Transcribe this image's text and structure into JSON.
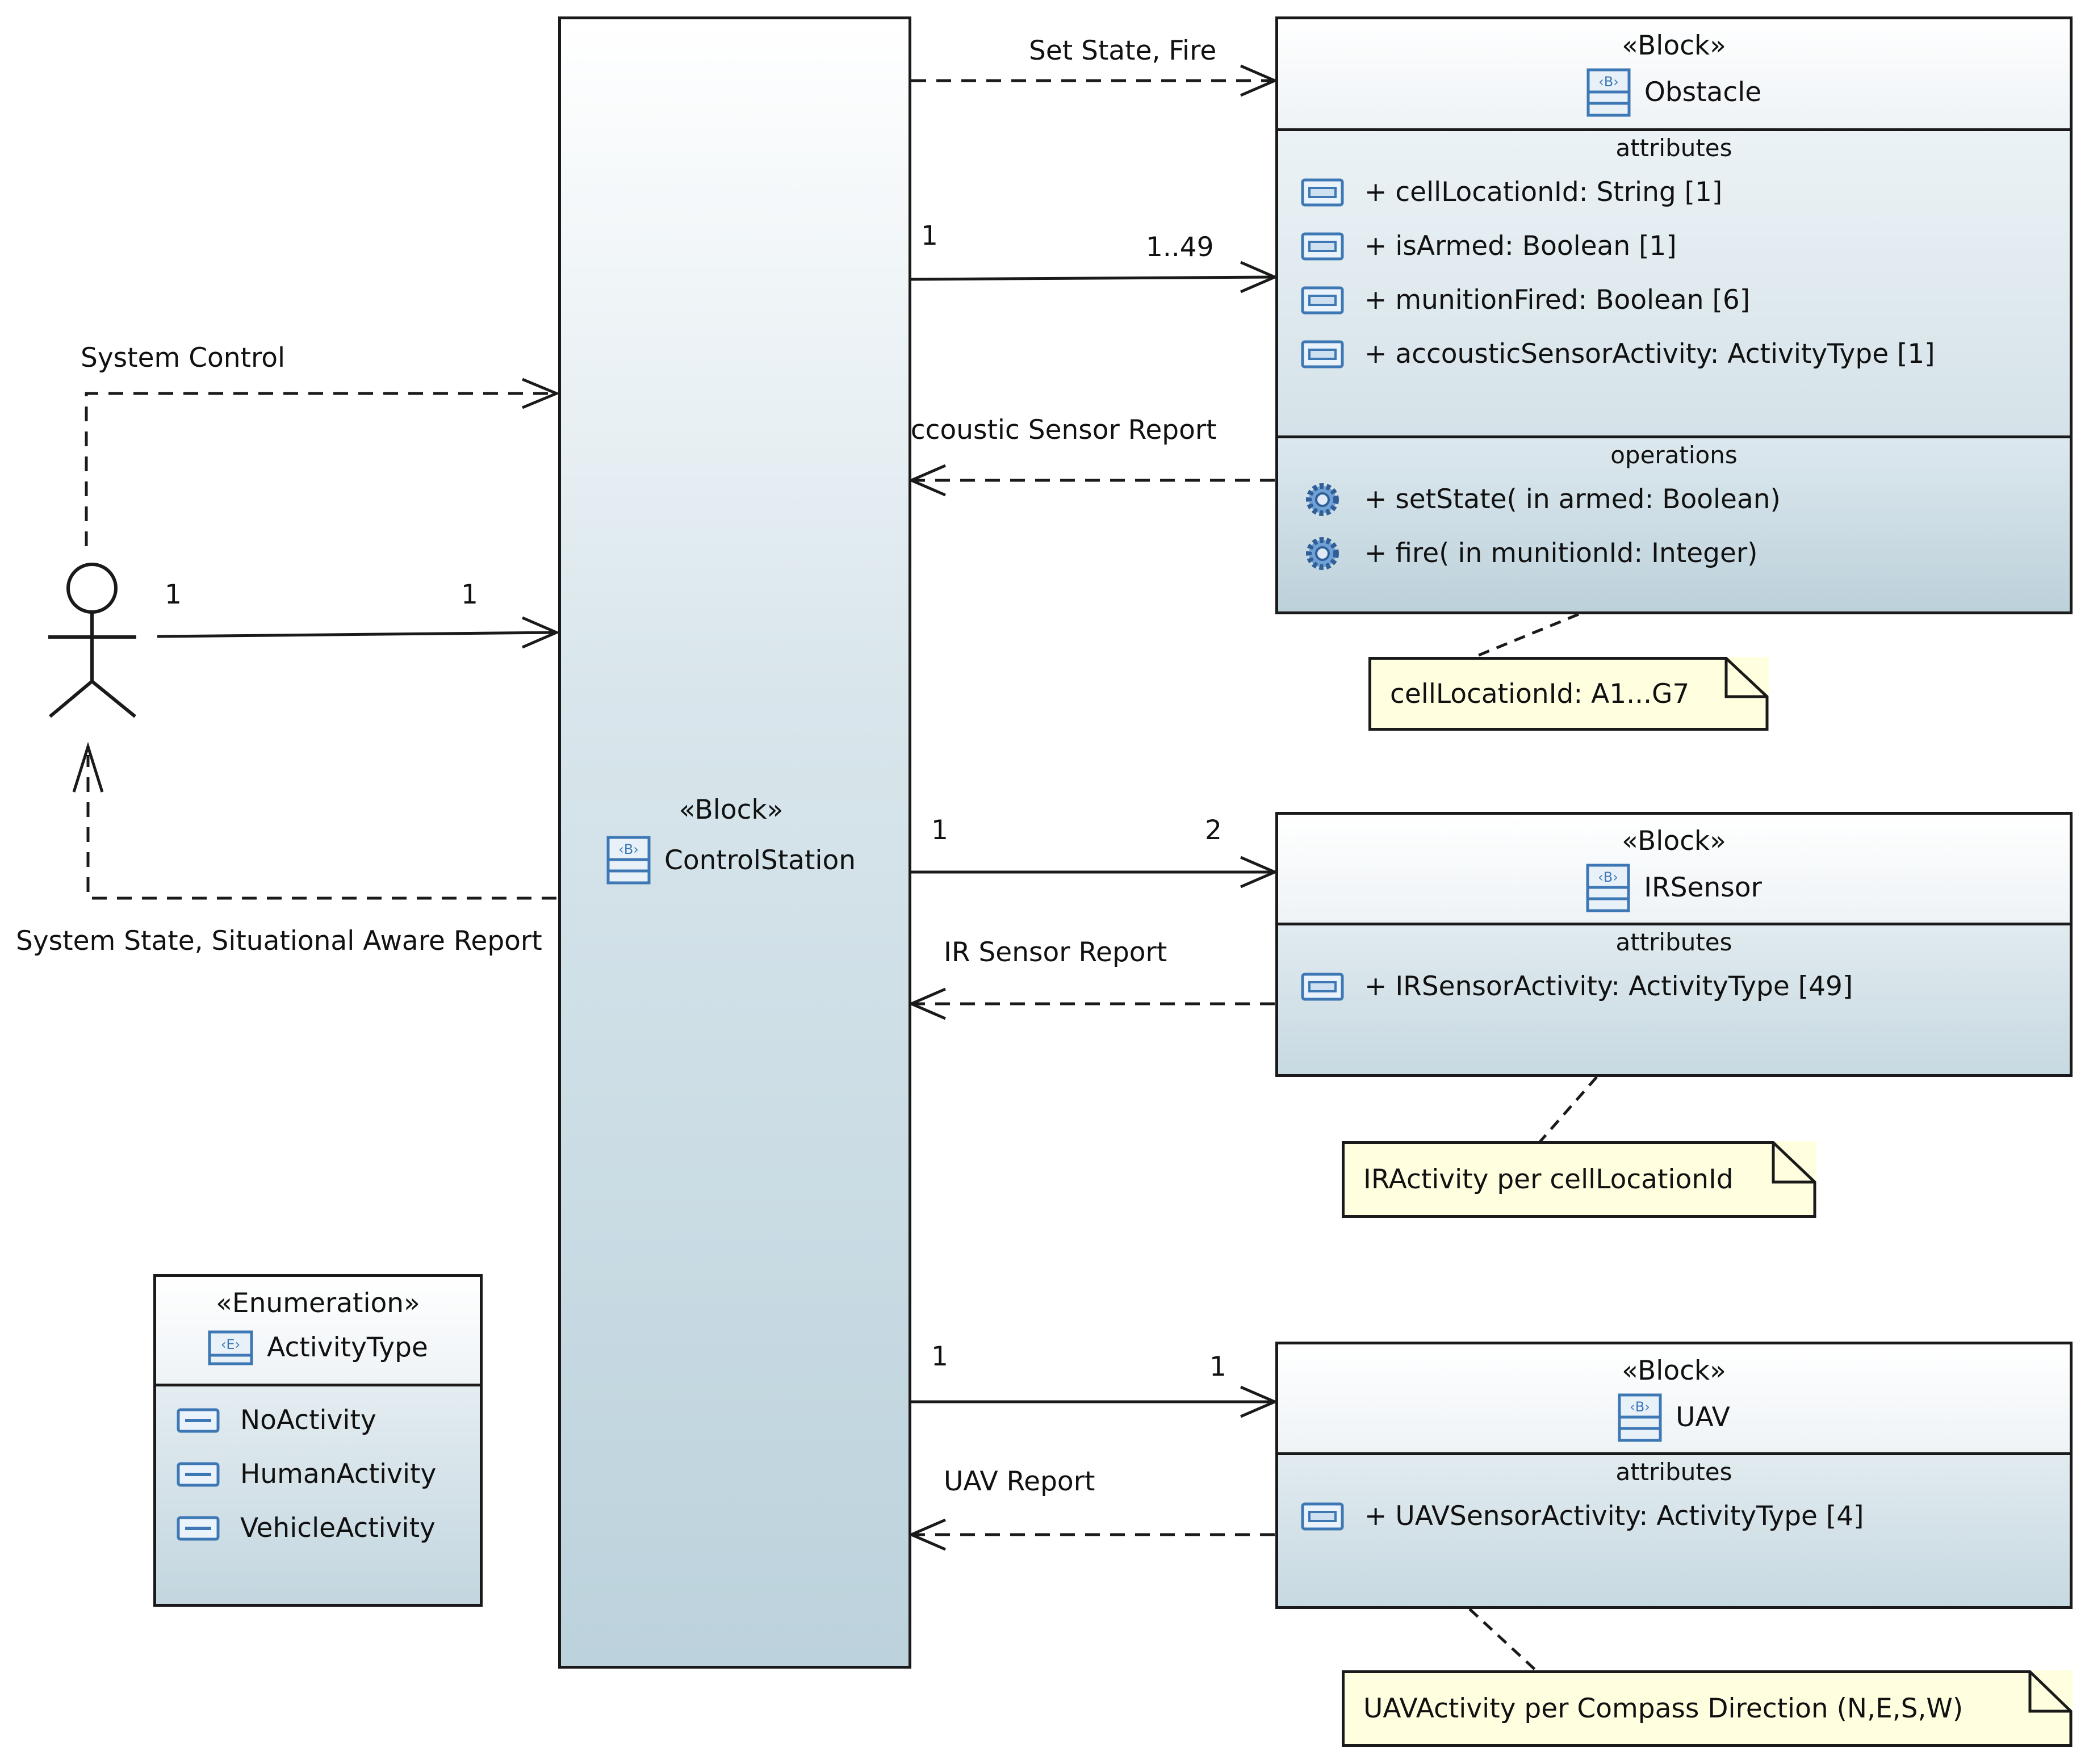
{
  "actor": {
    "icon": "stick-figure-actor-icon"
  },
  "control_station": {
    "stereotype": "«Block»",
    "name": "ControlStation",
    "icon": "block-icon"
  },
  "obstacle": {
    "stereotype": "«Block»",
    "name": "Obstacle",
    "attributes_title": "attributes",
    "attributes": [
      "+ cellLocationId: String [1]",
      "+ isArmed: Boolean [1]",
      "+ munitionFired: Boolean [6]",
      "+ accousticSensorActivity: ActivityType [1]"
    ],
    "operations_title": "operations",
    "operations": [
      "+ setState(  in armed: Boolean)",
      "+ fire(  in munitionId: Integer)"
    ]
  },
  "irsensor": {
    "stereotype": "«Block»",
    "name": "IRSensor",
    "attributes_title": "attributes",
    "attributes": [
      "+ IRSensorActivity: ActivityType [49]"
    ]
  },
  "uav": {
    "stereotype": "«Block»",
    "name": "UAV",
    "attributes_title": "attributes",
    "attributes": [
      "+ UAVSensorActivity: ActivityType [4]"
    ]
  },
  "activity_type": {
    "stereotype": "«Enumeration»",
    "name": "ActivityType",
    "literals": [
      "NoActivity",
      "HumanActivity",
      "VehicleActivity"
    ]
  },
  "notes": {
    "obstacle": "cellLocationId: A1...G7",
    "irsensor": "IRActivity per cellLocationId",
    "uav": "UAVActivity per Compass Direction (N,E,S,W)"
  },
  "edges": {
    "system_control": "System Control",
    "system_state": "System State, Situational Aware Report",
    "actor_mult_src": "1",
    "actor_mult_dst": "1",
    "set_state_fire": "Set State, Fire",
    "obstacle_mult_src": "1",
    "obstacle_mult_dst": "1..49",
    "munition_state": "Munition State, Accoustic Sensor Report",
    "ir_mult_src": "1",
    "ir_mult_dst": "2",
    "ir_report": "IR Sensor Report",
    "uav_mult_src": "1",
    "uav_mult_dst": "1",
    "uav_report": "UAV Report"
  }
}
